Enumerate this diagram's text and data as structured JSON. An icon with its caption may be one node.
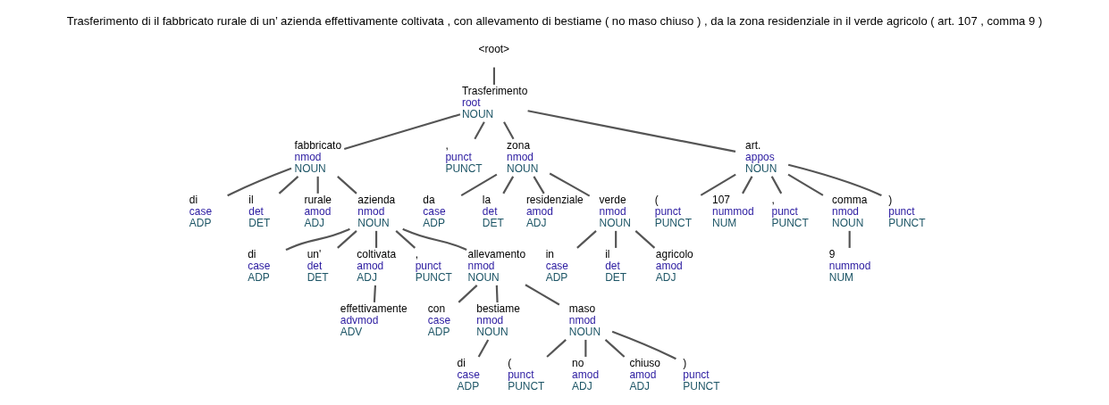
{
  "diagram": {
    "title": "Trasferimento di il fabbricato rurale di un’ azienda effettivamente coltivata , con allevamento di bestiame ( no maso chiuso ) , da la zona residenziale in il verde agricolo ( art. 107 , comma 9 )",
    "nodes": [
      {
        "text": [
          "<root>"
        ]
      },
      {
        "text": [
          "Trasferimento",
          "root",
          "NOUN"
        ]
      },
      {
        "text": [
          "fabbricato",
          "nmod",
          "NOUN"
        ]
      },
      {
        "text": [
          "di",
          "case",
          "ADP"
        ]
      },
      {
        "text": [
          "il",
          "det",
          "DET"
        ]
      },
      {
        "text": [
          "rurale",
          "amod",
          "ADJ"
        ]
      },
      {
        "text": [
          "azienda",
          "nmod",
          "NOUN"
        ]
      },
      {
        "text": [
          "di",
          "case",
          "ADP"
        ]
      },
      {
        "text": [
          "un'",
          "det",
          "DET"
        ]
      },
      {
        "text": [
          "coltivata",
          "amod",
          "ADJ"
        ]
      },
      {
        "text": [
          "effettivamente",
          "advmod",
          "ADV"
        ]
      },
      {
        "text": [
          ",",
          "punct",
          "PUNCT"
        ]
      },
      {
        "text": [
          "allevamento",
          "nmod",
          "NOUN"
        ]
      },
      {
        "text": [
          "con",
          "case",
          "ADP"
        ]
      },
      {
        "text": [
          "bestiame",
          "nmod",
          "NOUN"
        ]
      },
      {
        "text": [
          "di",
          "case",
          "ADP"
        ]
      },
      {
        "text": [
          "maso",
          "nmod",
          "NOUN"
        ]
      },
      {
        "text": [
          "(",
          "punct",
          "PUNCT"
        ]
      },
      {
        "text": [
          "no",
          "amod",
          "ADJ"
        ]
      },
      {
        "text": [
          "chiuso",
          "amod",
          "ADJ"
        ]
      },
      {
        "text": [
          ")",
          "punct",
          "PUNCT"
        ]
      },
      {
        "text": [
          ",",
          "punct",
          "PUNCT"
        ]
      },
      {
        "text": [
          "zona",
          "nmod",
          "NOUN"
        ]
      },
      {
        "text": [
          "da",
          "case",
          "ADP"
        ]
      },
      {
        "text": [
          "la",
          "det",
          "DET"
        ]
      },
      {
        "text": [
          "residenziale",
          "amod",
          "ADJ"
        ]
      },
      {
        "text": [
          "verde",
          "nmod",
          "NOUN"
        ]
      },
      {
        "text": [
          "in",
          "case",
          "ADP"
        ]
      },
      {
        "text": [
          "il",
          "det",
          "DET"
        ]
      },
      {
        "text": [
          "agricolo",
          "amod",
          "ADJ"
        ]
      },
      {
        "text": [
          "art.",
          "appos",
          "NOUN"
        ]
      },
      {
        "text": [
          "(",
          "punct",
          "PUNCT"
        ]
      },
      {
        "text": [
          "107",
          "nummod",
          "NUM"
        ]
      },
      {
        "text": [
          ",",
          "punct",
          "PUNCT"
        ]
      },
      {
        "text": [
          "comma",
          "nmod",
          "NOUN"
        ]
      },
      {
        "text": [
          "9",
          "nummod",
          "NUM"
        ]
      },
      {
        "text": [
          ")",
          "punct",
          "PUNCT"
        ]
      }
    ],
    "edges": [
      {
        "from": 0,
        "to": 1,
        "arrow": "none"
      },
      {
        "from": 1,
        "to": 2,
        "arrow": "none"
      },
      {
        "from": 2,
        "to": 3,
        "arrow": "none"
      },
      {
        "from": 2,
        "to": 4,
        "arrow": "none"
      },
      {
        "from": 2,
        "to": 5,
        "arrow": "none"
      },
      {
        "from": 2,
        "to": 6,
        "arrow": "none"
      },
      {
        "from": 6,
        "to": 7,
        "arrow": "none"
      },
      {
        "from": 6,
        "to": 8,
        "arrow": "none"
      },
      {
        "from": 6,
        "to": 9,
        "arrow": "none"
      },
      {
        "from": 9,
        "to": 10,
        "arrow": "none"
      },
      {
        "from": 6,
        "to": 11,
        "arrow": "none"
      },
      {
        "from": 6,
        "to": 12,
        "arrow": "none"
      },
      {
        "from": 12,
        "to": 13,
        "arrow": "none"
      },
      {
        "from": 12,
        "to": 14,
        "arrow": "none"
      },
      {
        "from": 14,
        "to": 15,
        "arrow": "none"
      },
      {
        "from": 12,
        "to": 16,
        "arrow": "none"
      },
      {
        "from": 16,
        "to": 17,
        "arrow": "none"
      },
      {
        "from": 16,
        "to": 18,
        "arrow": "none"
      },
      {
        "from": 16,
        "to": 19,
        "arrow": "none"
      },
      {
        "from": 16,
        "to": 20,
        "arrow": "none"
      },
      {
        "from": 1,
        "to": 21,
        "arrow": "none"
      },
      {
        "from": 1,
        "to": 22,
        "arrow": "none"
      },
      {
        "from": 22,
        "to": 23,
        "arrow": "none"
      },
      {
        "from": 22,
        "to": 24,
        "arrow": "none"
      },
      {
        "from": 22,
        "to": 25,
        "arrow": "none"
      },
      {
        "from": 22,
        "to": 26,
        "arrow": "none"
      },
      {
        "from": 26,
        "to": 27,
        "arrow": "none"
      },
      {
        "from": 26,
        "to": 28,
        "arrow": "none"
      },
      {
        "from": 26,
        "to": 29,
        "arrow": "none"
      },
      {
        "from": 1,
        "to": 30,
        "arrow": "none"
      },
      {
        "from": 30,
        "to": 31,
        "arrow": "none"
      },
      {
        "from": 30,
        "to": 32,
        "arrow": "none"
      },
      {
        "from": 30,
        "to": 33,
        "arrow": "none"
      },
      {
        "from": 30,
        "to": 34,
        "arrow": "none"
      },
      {
        "from": 34,
        "to": 35,
        "arrow": "none"
      },
      {
        "from": 30,
        "to": 36,
        "arrow": "none"
      }
    ]
  }
}
